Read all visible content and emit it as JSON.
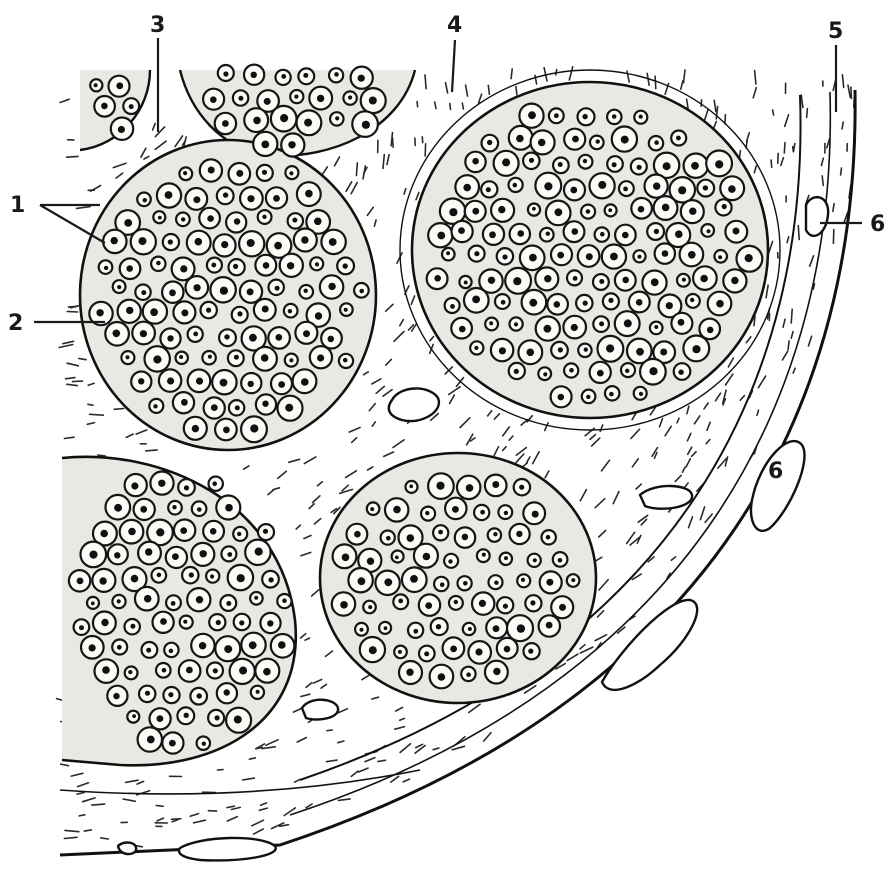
{
  "labels": {
    "l1": "1",
    "l2": "2",
    "l3": "3",
    "l4": "4",
    "l5": "5",
    "l6a": "6",
    "l6b": "6"
  },
  "colors": {
    "ink": "#111111",
    "paper": "#ffffff",
    "fascicle": "#e9e8e2"
  }
}
